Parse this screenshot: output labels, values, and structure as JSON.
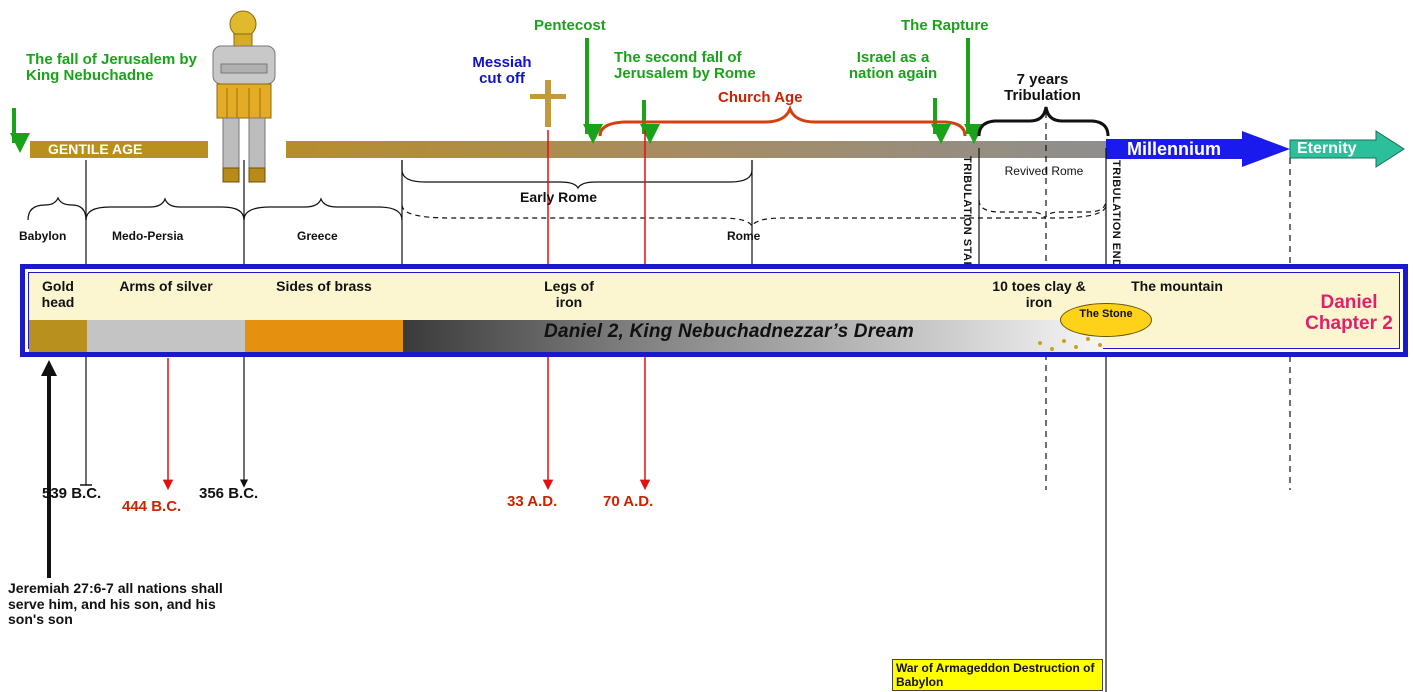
{
  "colors": {
    "event_green": "#1aa31a",
    "messiah_blue": "#1111cc",
    "church_red": "#cc2200",
    "frame_blue": "#1a1acc",
    "gold": "#b8901e",
    "silver": "#c4c4c4",
    "brass": "#e69010",
    "millennium_blue": "#1a1aee",
    "eternity_teal": "#2bbf9c",
    "daniel_pink": "#e0206a",
    "highlight_yellow": "#ffff00"
  },
  "top_events": {
    "fall_of_jerusalem": "The fall of Jerusalem by King Nebuchadne",
    "messiah": "Messiah cut off",
    "pentecost": "Pentecost",
    "second_fall": "The second fall of Jerusalem by Rome",
    "church_age": "Church Age",
    "israel": "Israel as a nation again",
    "rapture": "The Rapture",
    "tribulation": "7 years Tribulation"
  },
  "timeline": {
    "gentile_age": "GENTILE AGE",
    "millennium": "Millennium",
    "eternity": "Eternity"
  },
  "kingdoms": {
    "babylon": "Babylon",
    "medo_persia": "Medo-Persia",
    "greece": "Greece",
    "early_rome": "Early Rome",
    "rome": "Rome",
    "revived_rome": "Revived Rome"
  },
  "markers": {
    "tribulation_start": "TRIBULATION START",
    "tribulation_end": "TRIBULATION END"
  },
  "statue": {
    "gold": "Gold head",
    "silver": "Arms of silver",
    "brass": "Sides of brass",
    "iron": "Legs of iron",
    "toes": "10 toes clay & iron",
    "mountain": "The mountain",
    "dream": "Daniel 2, King Nebuchadnezzar’s Dream",
    "daniel": "Daniel Chapter 2",
    "stone": "The Stone"
  },
  "dates": {
    "d539": "539 B.C.",
    "d444": "444 B.C.",
    "d356": "356 B.C.",
    "d33": "33 A.D.",
    "d70": "70 A.D."
  },
  "notes": {
    "jeremiah": "Jeremiah 27:6-7 all nations shall serve him, and his son, and his son's son",
    "armageddon": "War of Armageddon Destruction of Babylon"
  }
}
